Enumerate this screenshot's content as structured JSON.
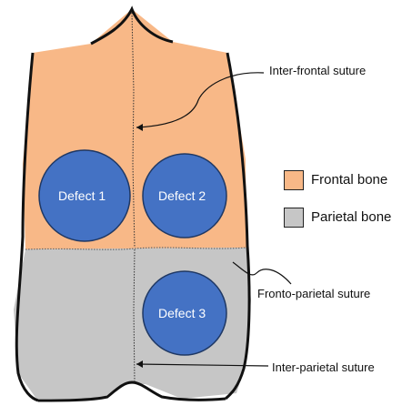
{
  "colors": {
    "frontal": "#f8b887",
    "parietal": "#c6c6c6",
    "defect": "#4472c4",
    "defect_stroke": "#1f3864",
    "outline": "#111111"
  },
  "defects": [
    {
      "label": "Defect 1"
    },
    {
      "label": "Defect 2"
    },
    {
      "label": "Defect 3"
    }
  ],
  "annotations": {
    "inter_frontal": "Inter-frontal suture",
    "fronto_parietal": "Fronto-parietal suture",
    "inter_parietal": "Inter-parietal suture"
  },
  "legend": [
    {
      "label": "Frontal bone",
      "color": "#f8b887"
    },
    {
      "label": "Parietal bone",
      "color": "#c6c6c6"
    }
  ]
}
